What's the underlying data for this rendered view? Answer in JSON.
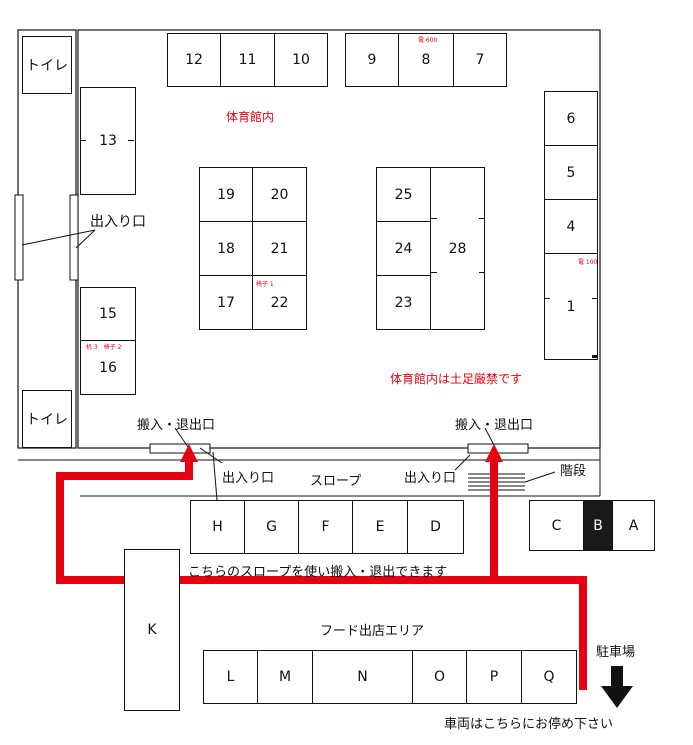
{
  "toilet": "トイレ",
  "gym_label": "体育館内",
  "entrance": "出入り口",
  "load_exit": "搬入・退出口",
  "no_shoes": "体育館内は土足厳禁です",
  "slope": "スロープ",
  "stairs": "階段",
  "slope_note": "こちらのスロープを使い搬入・退出できます",
  "food_area": "フード出店エリア",
  "parking": "駐車場",
  "vehicle_note": "車両はこちらにお停め下さい",
  "notes": {
    "power_600": "電 600",
    "chair_1": "椅子 1",
    "desk_chair": "机 3　椅子 2",
    "power_100": "電 100"
  },
  "booths": {
    "b1": "1",
    "b4": "4",
    "b5": "5",
    "b6": "6",
    "b7": "7",
    "b8": "8",
    "b9": "9",
    "b10": "10",
    "b11": "11",
    "b12": "12",
    "b13": "13",
    "b15": "15",
    "b16": "16",
    "b17": "17",
    "b18": "18",
    "b19": "19",
    "b20": "20",
    "b21": "21",
    "b22": "22",
    "b23": "23",
    "b24": "24",
    "b25": "25",
    "b28": "28",
    "A": "A",
    "B": "B",
    "C": "C",
    "D": "D",
    "E": "E",
    "F": "F",
    "G": "G",
    "H": "H",
    "K": "K",
    "L": "L",
    "M": "M",
    "N": "N",
    "O": "O",
    "P": "P",
    "Q": "Q"
  },
  "colors": {
    "route": "#e60012",
    "accent_text": "#e60012",
    "line": "#111111"
  }
}
